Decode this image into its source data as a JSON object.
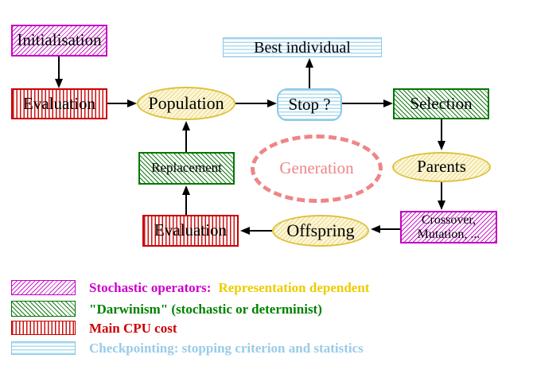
{
  "diagram": {
    "nodes": {
      "initialisation": {
        "label": "Initialisation"
      },
      "evaluation_top": {
        "label": "Evaluation"
      },
      "population": {
        "label": "Population"
      },
      "stop": {
        "label": "Stop ?"
      },
      "best_individual": {
        "label": "Best individual"
      },
      "selection": {
        "label": "Selection"
      },
      "parents": {
        "label": "Parents"
      },
      "crossover": {
        "line1": "Crossover,",
        "line2": "Mutation, ..."
      },
      "offspring": {
        "label": "Offspring"
      },
      "evaluation_bottom": {
        "label": "Evaluation"
      },
      "replacement": {
        "label": "Replacement"
      },
      "generation": {
        "label": "Generation"
      }
    },
    "legend": {
      "rows": [
        {
          "swatch": "magenta-diagonal-hatch",
          "text": "Stochastic operators:",
          "text2": "Representation dependent"
        },
        {
          "swatch": "green-diagonal-hatch",
          "text": "\"Darwinism\" (stochastic or determinist)"
        },
        {
          "swatch": "red-vertical-stripes",
          "text": "Main CPU cost"
        },
        {
          "swatch": "cyan-horizontal-lines",
          "text": "Checkpointing: stopping criterion and statistics"
        }
      ]
    },
    "colors": {
      "magenta": "#cc00cc",
      "red": "#cc0000",
      "green": "#008000",
      "cyan_border": "#8cc8e4",
      "cyan_text": "#99cbe8",
      "yellow_border": "#ddc23e",
      "yellow_fill": "#fdf7d8",
      "gold_text": "#eecc00",
      "generation_salmon": "#f08585",
      "arrow_black": "#000000"
    }
  }
}
